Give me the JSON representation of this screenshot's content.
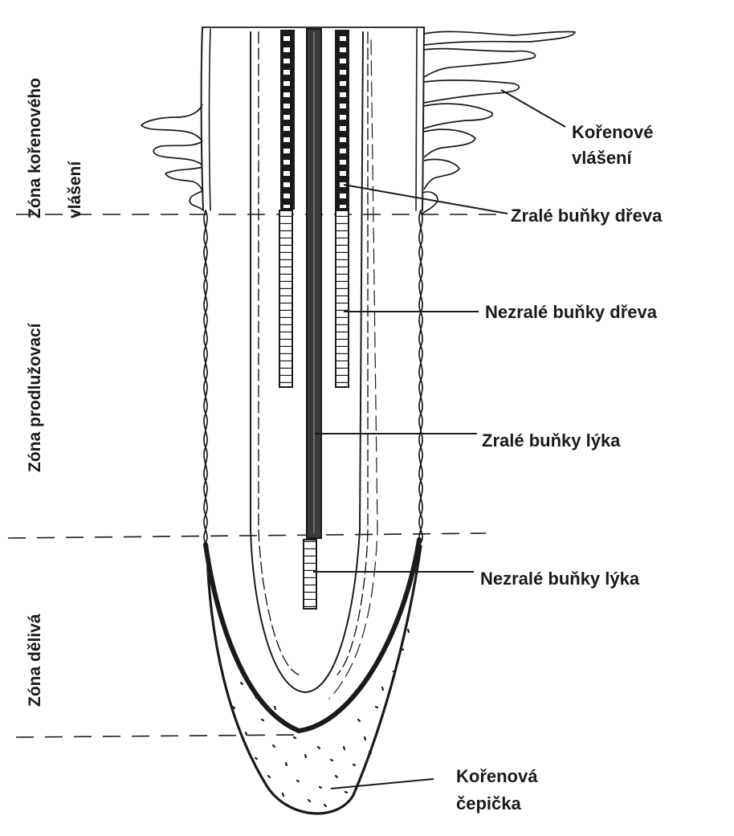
{
  "zones": [
    {
      "id": "hair",
      "lines": [
        "Zóna kořenového",
        "vlášení"
      ]
    },
    {
      "id": "elong",
      "lines": [
        "Zóna prodlužovací"
      ]
    },
    {
      "id": "div",
      "lines": [
        "Zóna dělivá"
      ]
    }
  ],
  "labels": {
    "root_hairs": [
      "Kořenové",
      "vlášení"
    ],
    "mature_xylem": "Zralé buňky dřeva",
    "immature_xylem": "Nezralé  buňky dřeva",
    "mature_phloem": "Zralé buňky lýka",
    "immature_phloem": "Nezralé buňky lýka",
    "root_cap": [
      "Kořenová",
      "čepička"
    ]
  },
  "colors": {
    "ink": "#1a1a1a",
    "background": "#ffffff"
  }
}
